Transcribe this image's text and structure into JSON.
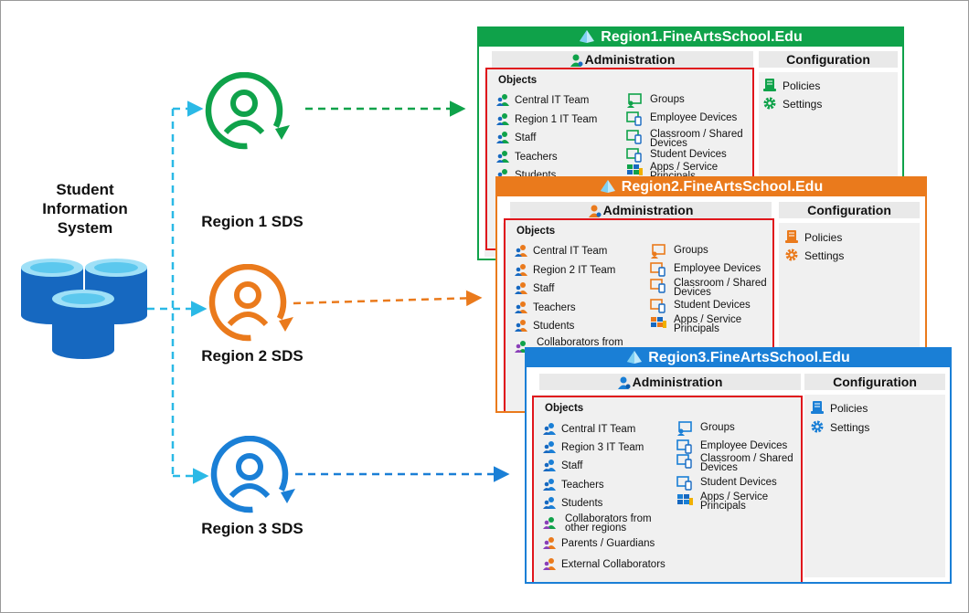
{
  "sis": {
    "line1": "Student",
    "line2": "Information",
    "line3": "System"
  },
  "colors": {
    "green": "#0fa24a",
    "orange": "#ea7a1c",
    "blue": "#1a7fd6",
    "sis_blue": "#1668c0",
    "cyan": "#2bb9e6",
    "red": "#e0161c"
  },
  "regions": [
    {
      "sds_label": "Region 1 SDS",
      "domain": "Region1.FineArtsSchool.Edu",
      "admin": "Administration",
      "config": "Configuration",
      "objects_title": "Objects",
      "left_items": [
        "Central IT Team",
        "Region 1 IT Team",
        "Staff",
        "Teachers",
        "Students"
      ],
      "right_items": [
        "Groups",
        "Employee Devices",
        "Classroom / Shared Devices",
        "Student Devices",
        "Apps / Service Principals"
      ],
      "config_items": [
        "Policies",
        "Settings"
      ]
    },
    {
      "sds_label": "Region 2 SDS",
      "domain": "Region2.FineArtsSchool.Edu",
      "admin": "Administration",
      "config": "Configuration",
      "objects_title": "Objects",
      "left_items": [
        "Central IT Team",
        "Region 2 IT Team",
        "Staff",
        "Teachers",
        "Students",
        "Collaborators from"
      ],
      "right_items": [
        "Groups",
        "Employee Devices",
        "Classroom / Shared Devices",
        "Student Devices",
        "Apps / Service Principals"
      ],
      "config_items": [
        "Policies",
        "Settings"
      ]
    },
    {
      "sds_label": "Region 3 SDS",
      "domain": "Region3.FineArtsSchool.Edu",
      "admin": "Administration",
      "config": "Configuration",
      "objects_title": "Objects",
      "left_items": [
        "Central IT Team",
        "Region 3 IT Team",
        "Staff",
        "Teachers",
        "Students",
        "Collaborators from other regions",
        "Parents / Guardians",
        "External Collaborators"
      ],
      "right_items": [
        "Groups",
        "Employee Devices",
        "Classroom / Shared Devices",
        "Student Devices",
        "Apps / Service Principals"
      ],
      "config_items": [
        "Policies",
        "Settings"
      ]
    }
  ]
}
